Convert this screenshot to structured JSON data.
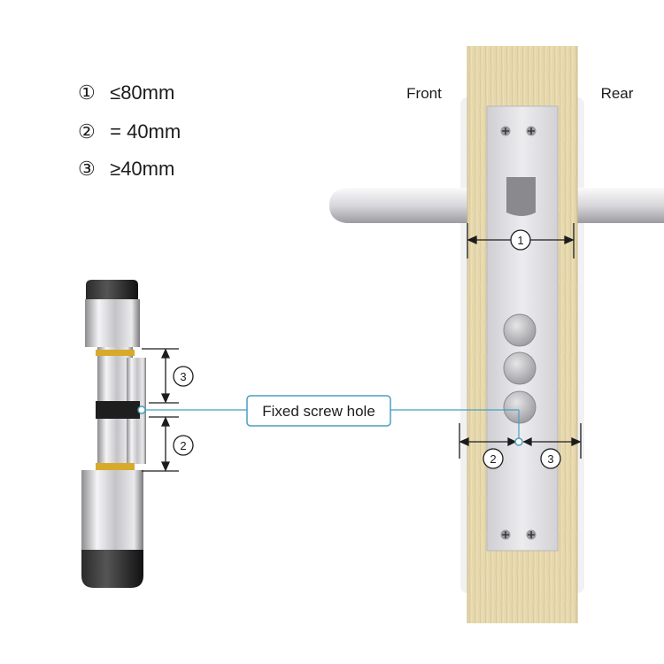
{
  "specs": [
    {
      "marker": "①",
      "text": "≤80mm"
    },
    {
      "marker": "②",
      "text": "= 40mm"
    },
    {
      "marker": "③",
      "text": "≥40mm"
    }
  ],
  "labels": {
    "front": "Front",
    "rear": "Rear",
    "screw_hole": "Fixed screw hole",
    "dim_1": "1",
    "dim_2": "2",
    "dim_3": "3"
  },
  "colors": {
    "wood": "#e4d6ab",
    "plate": "#e3e3e6",
    "callout": "#4a9fc0",
    "brass": "#d8a92a",
    "dark": "#1e1e1e"
  }
}
